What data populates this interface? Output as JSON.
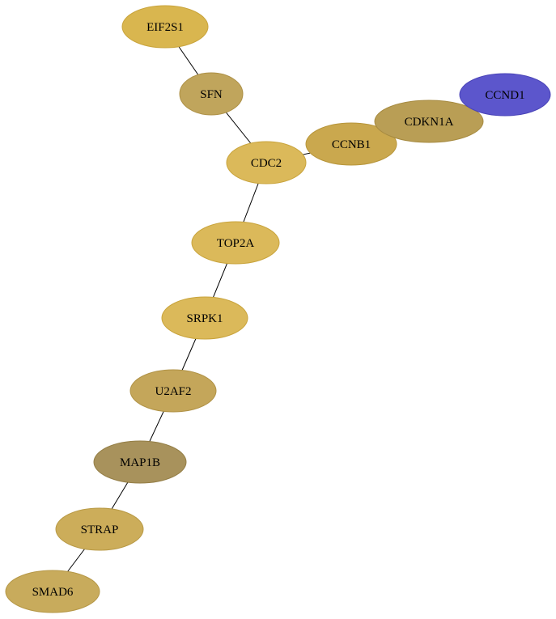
{
  "graph": {
    "nodes": [
      {
        "id": "EIF2S1",
        "label": "EIF2S1",
        "fill": "#d9b64f",
        "stroke": "#c9a43c"
      },
      {
        "id": "SFN",
        "label": "SFN",
        "fill": "#c0a55c",
        "stroke": "#ad9046"
      },
      {
        "id": "CDC2",
        "label": "CDC2",
        "fill": "#dbb95a",
        "stroke": "#c9a43c"
      },
      {
        "id": "CCNB1",
        "label": "CCNB1",
        "fill": "#caa84e",
        "stroke": "#b7953a"
      },
      {
        "id": "CDKN1A",
        "label": "CDKN1A",
        "fill": "#b99e55",
        "stroke": "#a68a40"
      },
      {
        "id": "CCND1",
        "label": "CCND1",
        "fill": "#5c56cc",
        "stroke": "#4a44b8"
      },
      {
        "id": "TOP2A",
        "label": "TOP2A",
        "fill": "#dbb95a",
        "stroke": "#c9a43c"
      },
      {
        "id": "SRPK1",
        "label": "SRPK1",
        "fill": "#dbb95a",
        "stroke": "#c9a43c"
      },
      {
        "id": "U2AF2",
        "label": "U2AF2",
        "fill": "#c4a65a",
        "stroke": "#b09246"
      },
      {
        "id": "MAP1B",
        "label": "MAP1B",
        "fill": "#a8925c",
        "stroke": "#947e46"
      },
      {
        "id": "STRAP",
        "label": "STRAP",
        "fill": "#ccad5a",
        "stroke": "#b99a46"
      },
      {
        "id": "SMAD6",
        "label": "SMAD6",
        "fill": "#c8ab5c",
        "stroke": "#b59746"
      }
    ],
    "edges": [
      {
        "source": "EIF2S1",
        "target": "SFN"
      },
      {
        "source": "SFN",
        "target": "CDC2"
      },
      {
        "source": "CDC2",
        "target": "CCNB1"
      },
      {
        "source": "CCNB1",
        "target": "CDKN1A"
      },
      {
        "source": "CDKN1A",
        "target": "CCND1"
      },
      {
        "source": "CDC2",
        "target": "TOP2A"
      },
      {
        "source": "TOP2A",
        "target": "SRPK1"
      },
      {
        "source": "SRPK1",
        "target": "U2AF2"
      },
      {
        "source": "U2AF2",
        "target": "MAP1B"
      },
      {
        "source": "MAP1B",
        "target": "STRAP"
      },
      {
        "source": "STRAP",
        "target": "SMAD6"
      }
    ]
  }
}
